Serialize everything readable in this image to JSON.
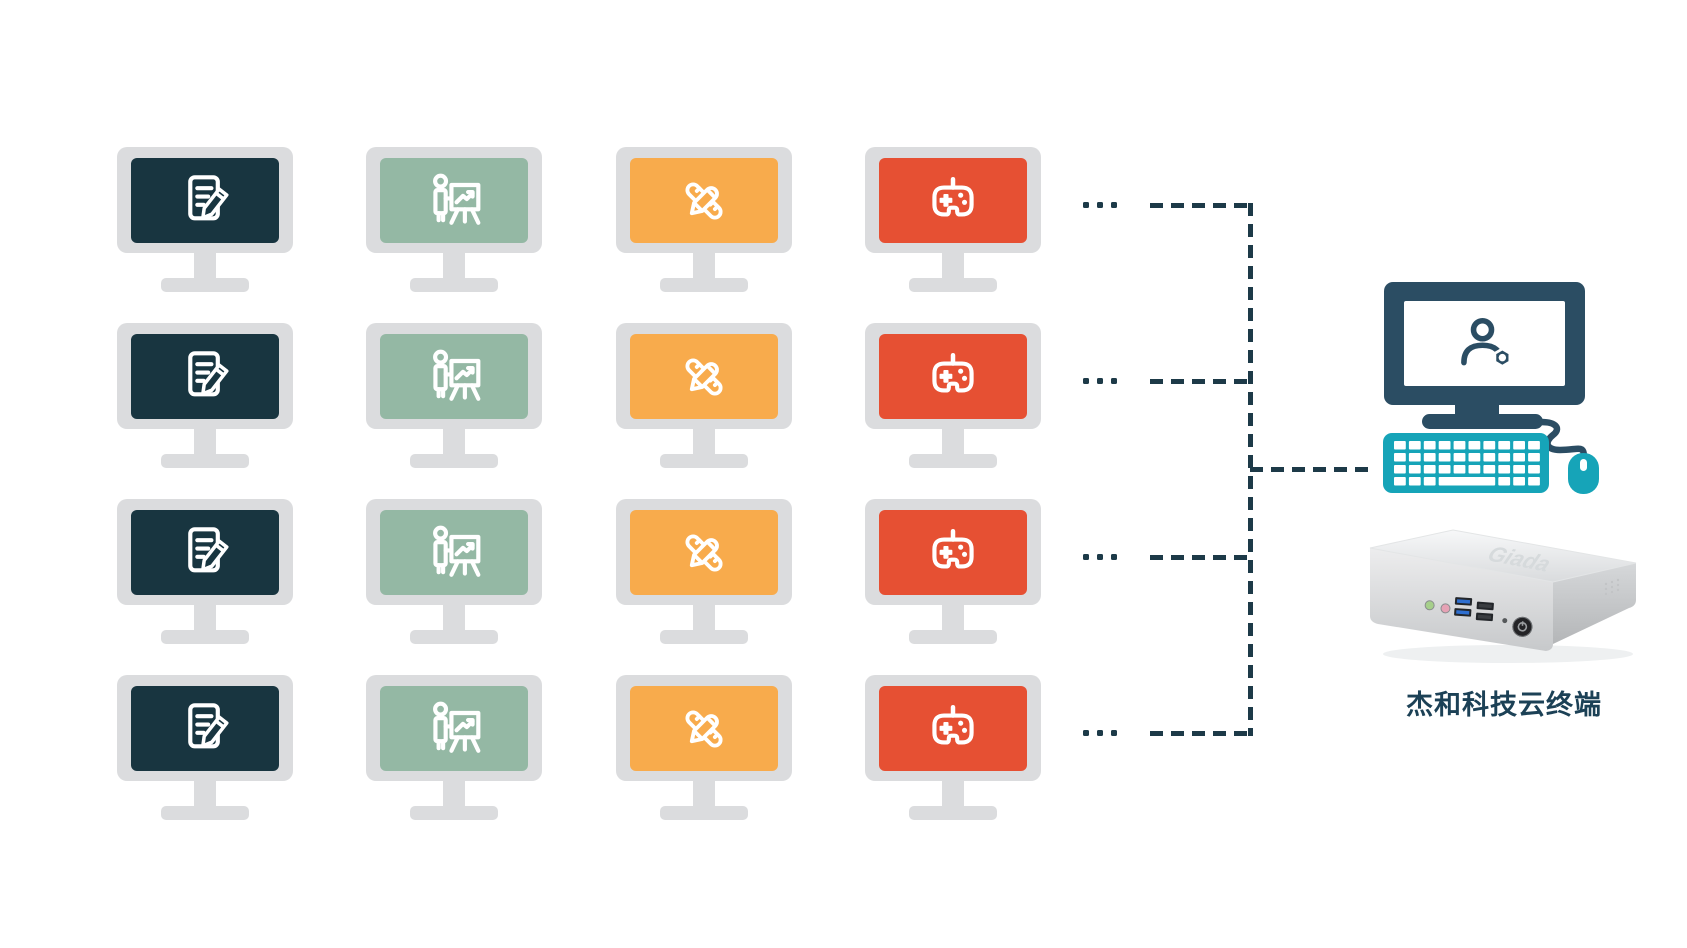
{
  "client_grid": {
    "rows": 4,
    "ellipsis": "...",
    "frame_color": "#dbdcde",
    "columns": [
      {
        "id": "documents",
        "icon": "document-edit-icon",
        "screen_color": "#183540"
      },
      {
        "id": "presentation",
        "icon": "presentation-chart-icon",
        "screen_color": "#94b8a4"
      },
      {
        "id": "design",
        "icon": "design-tools-icon",
        "screen_color": "#f8ab4c"
      },
      {
        "id": "gaming",
        "icon": "gamepad-icon",
        "screen_color": "#e65033"
      }
    ]
  },
  "connector": {
    "style": "dashed",
    "color": "#1d3a48"
  },
  "admin_station": {
    "icon": "user-gear-icon",
    "monitor_color": "#2b4d63",
    "keyboard_color": "#16a4b8",
    "mouse_color": "#16a4b8"
  },
  "cloud_terminal": {
    "label": "杰和科技云终端",
    "embossed_logo": "Giada",
    "label_color": "#1c4156"
  }
}
